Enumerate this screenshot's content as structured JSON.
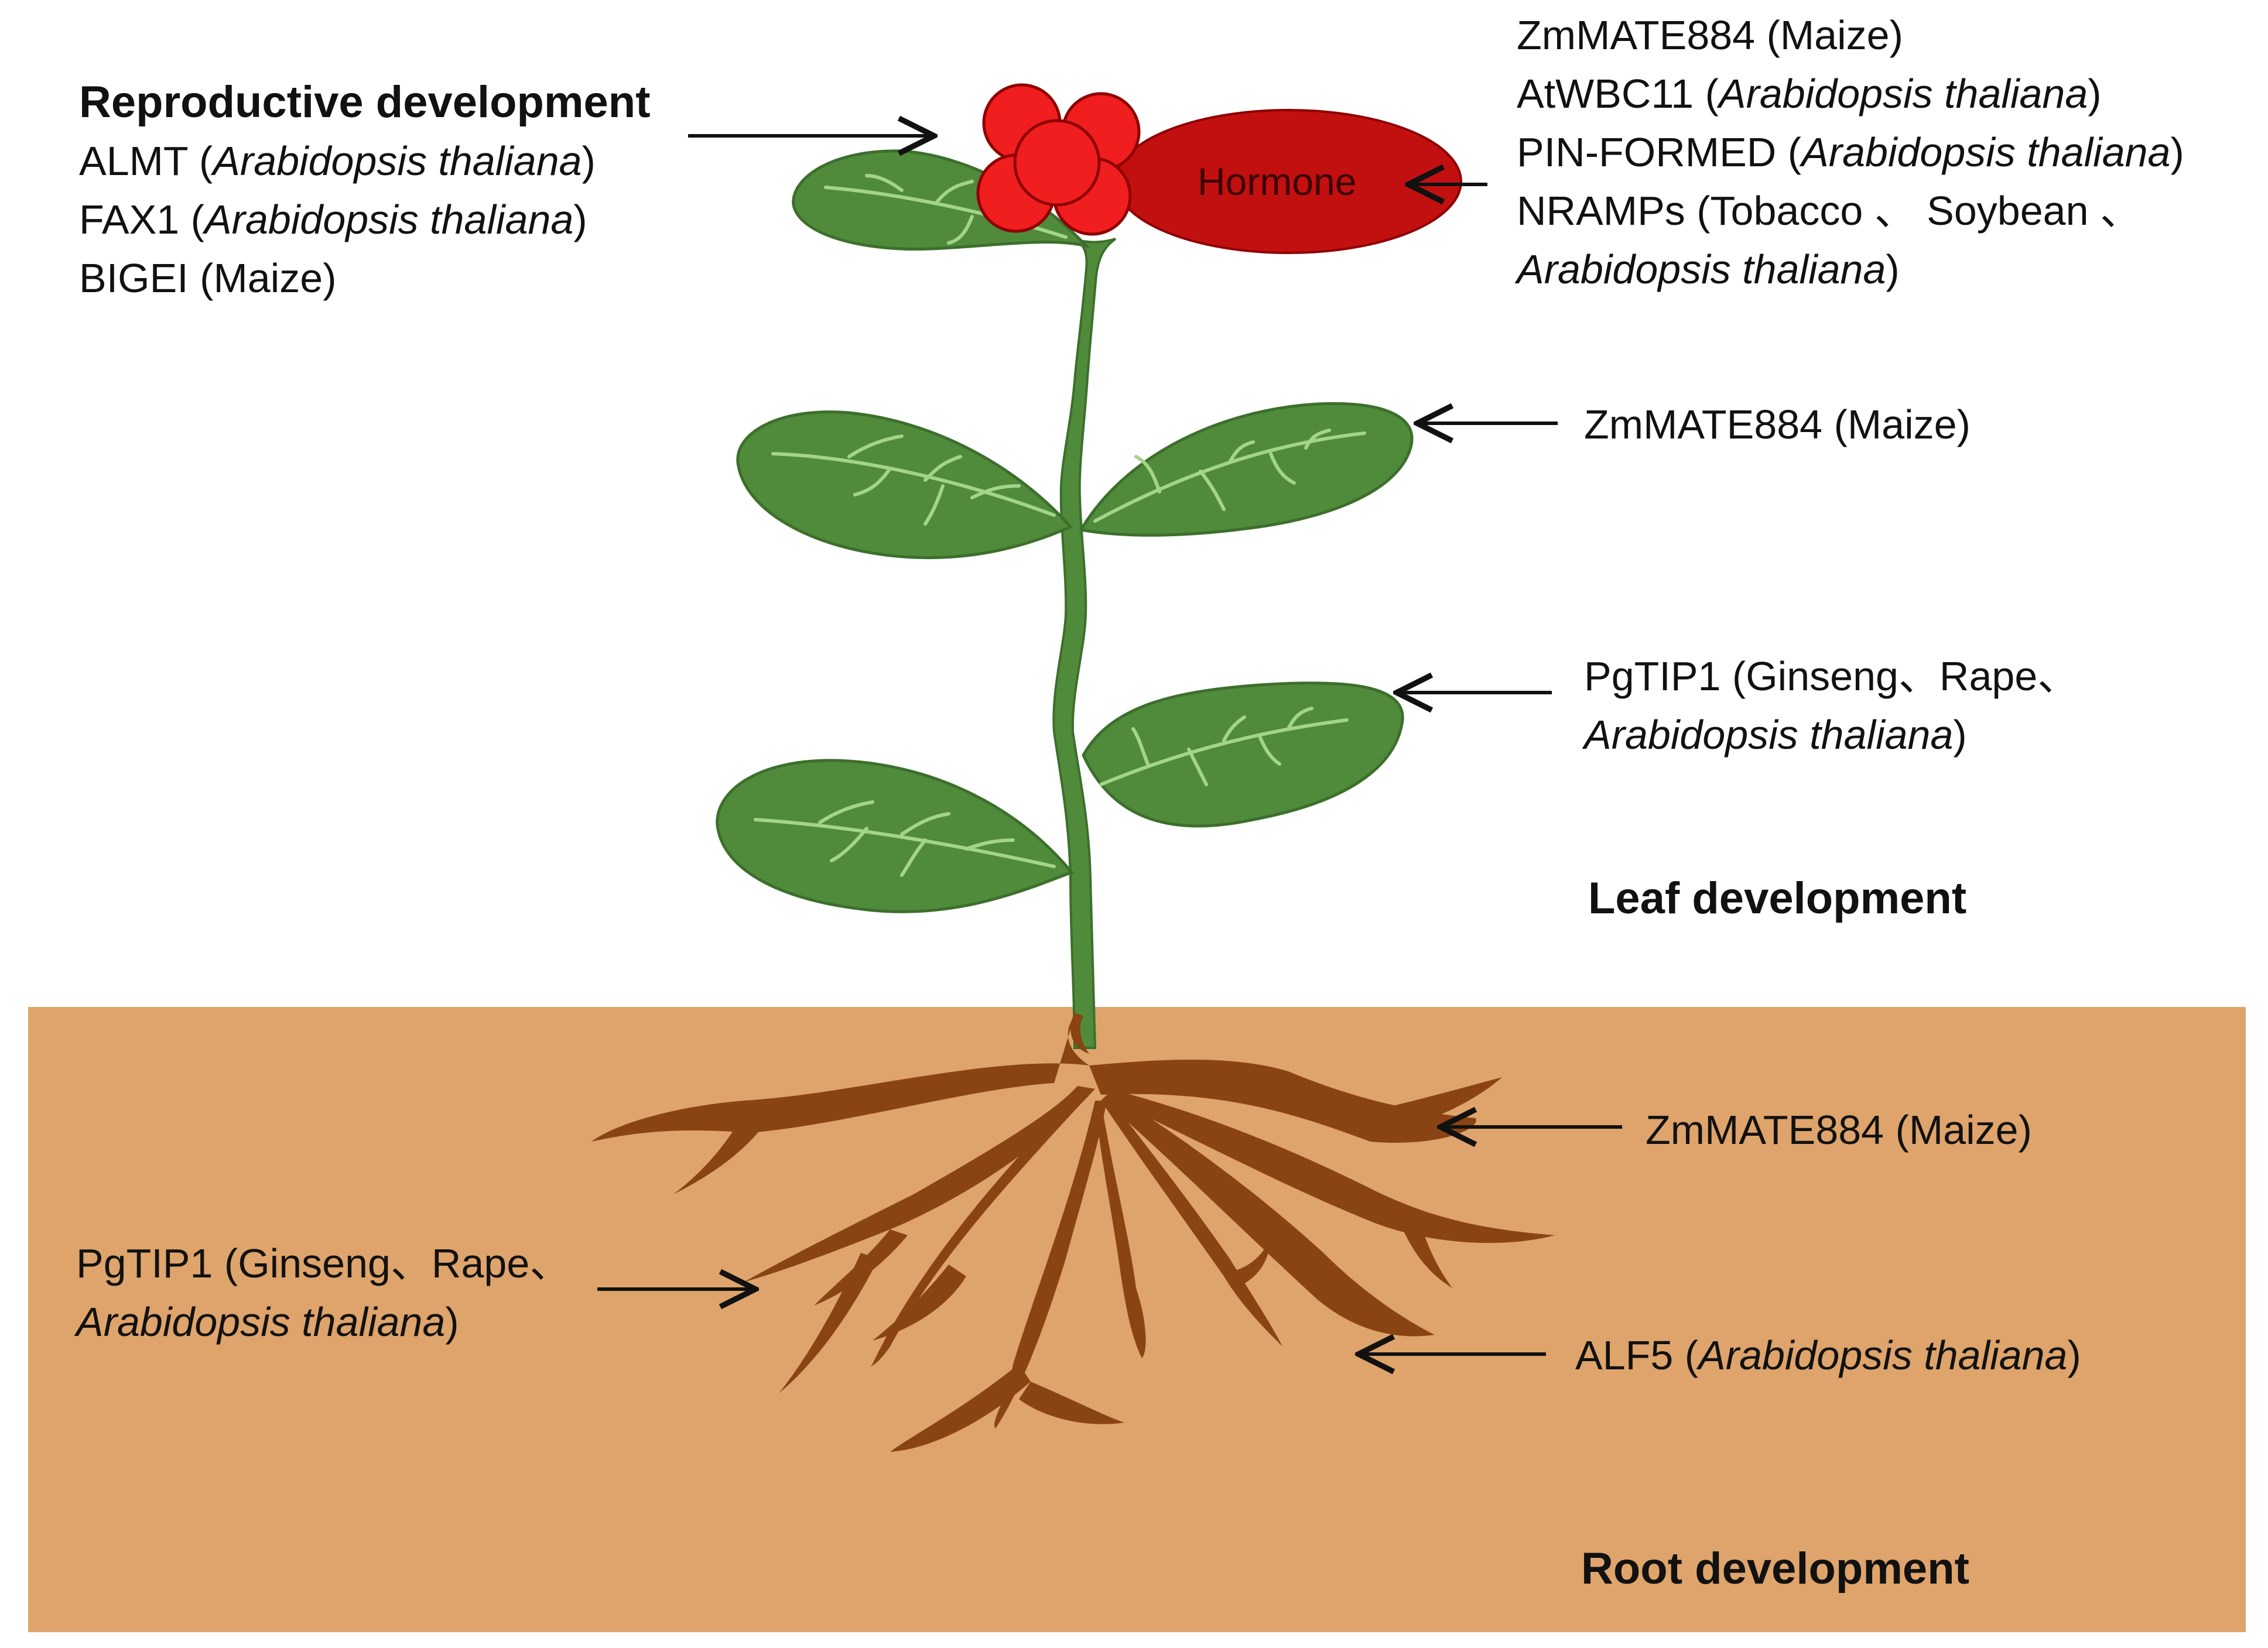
{
  "colors": {
    "soil": "#dea46b",
    "root": "#8a4413",
    "leaf": "#4f8b3b",
    "leaf_edge": "#3d6f2c",
    "vein": "#a3d488",
    "flower": "#f01e1e",
    "flower_edge": "#8e0000",
    "hormone": "#c21010",
    "text": "#111111"
  },
  "headings": {
    "reproductive": "Reproductive development",
    "leaf": "Leaf development",
    "root": "Root development"
  },
  "hormone_label": "Hormone",
  "reproductive_genes": [
    {
      "gene": "ALMT (",
      "species": "Arabidopsis thaliana",
      "close": ")"
    },
    {
      "gene": "FAX1 (",
      "species": "Arabidopsis thaliana",
      "close": ")"
    },
    {
      "gene": "BIGEI (Maize)"
    }
  ],
  "hormone_genes": [
    {
      "gene": "ZmMATE884 (Maize)"
    },
    {
      "gene": "AtWBC11 (",
      "species": "Arabidopsis thaliana",
      "close": ")"
    },
    {
      "gene": "PIN-FORMED (",
      "species": "Arabidopsis thaliana",
      "close": ")"
    },
    {
      "gene": "NRAMPs (Tobacco 、 Soybean 、"
    },
    {
      "species": "Arabidopsis thaliana",
      "close": ")"
    }
  ],
  "leaf_genes": {
    "upper": {
      "gene": "ZmMATE884 (Maize)"
    },
    "lower": {
      "line1": "PgTIP1 (Ginseng、Rape、",
      "species": "Arabidopsis thaliana",
      "close": ")"
    }
  },
  "root_genes": {
    "right_upper": {
      "gene": "ZmMATE884 (Maize)"
    },
    "left": {
      "line1": "PgTIP1 (Ginseng、Rape、",
      "species": "Arabidopsis thaliana",
      "close": ")"
    },
    "right_lower": {
      "gene": "ALF5 (",
      "species": "Arabidopsis thaliana",
      "close": ")"
    }
  }
}
